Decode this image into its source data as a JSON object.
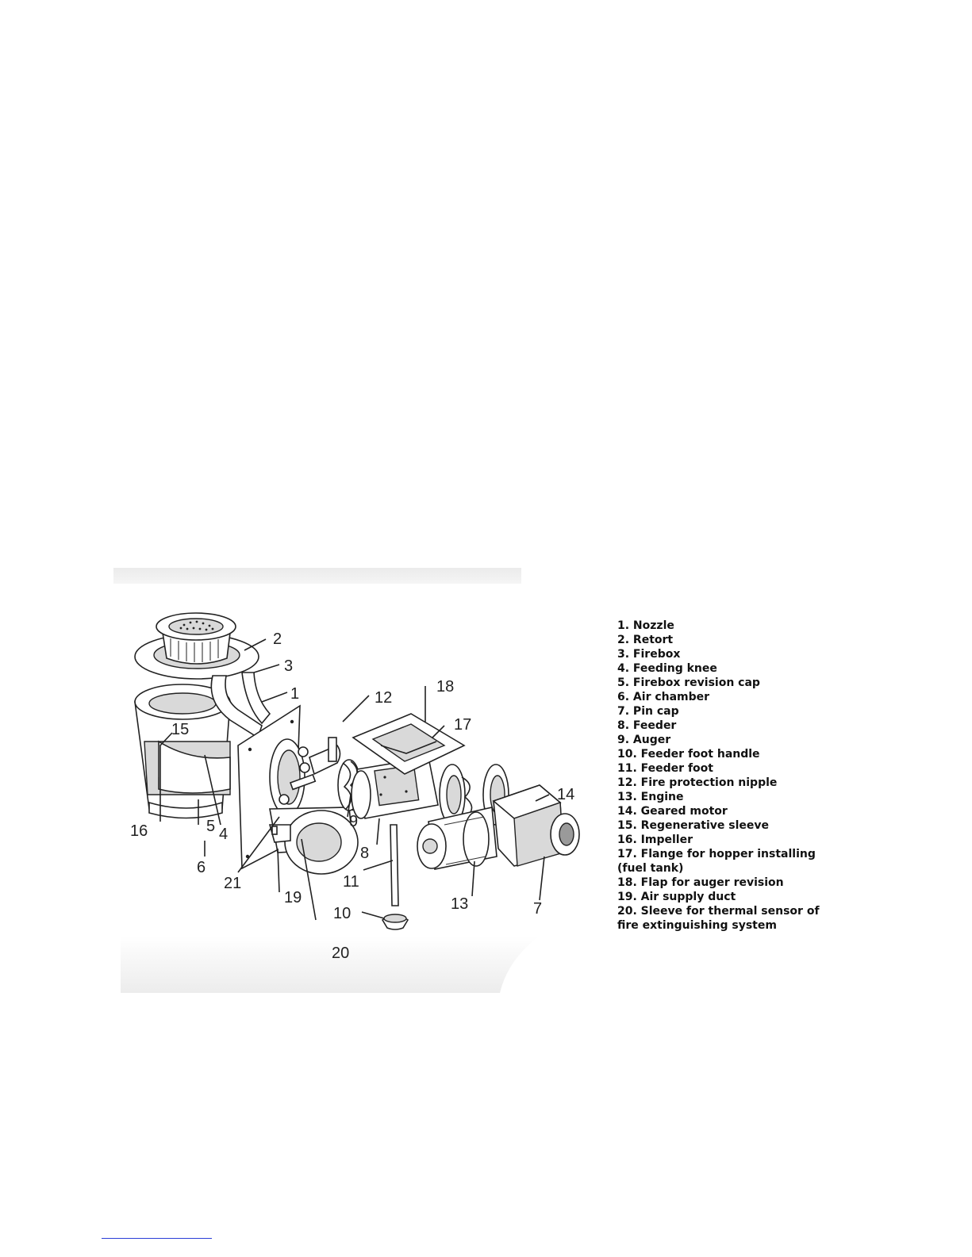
{
  "diagram": {
    "callout_labels": [
      "1",
      "2",
      "3",
      "4",
      "5",
      "6",
      "7",
      "8",
      "9",
      "10",
      "11",
      "12",
      "13",
      "14",
      "15",
      "16",
      "17",
      "18",
      "19",
      "20",
      "21"
    ]
  },
  "legend": {
    "items": [
      "1. Nozzle",
      "2. Retort",
      "3. Firebox",
      "4. Feeding knee",
      "5. Firebox revision cap",
      "6. Air chamber",
      "7. Pin cap",
      "8. Feeder",
      "9. Auger",
      "10. Feeder foot handle",
      "11. Feeder foot",
      "12. Fire protection nipple",
      "13. Engine",
      "14. Geared motor",
      "15. Regenerative sleeve",
      "16. Impeller",
      "17. Flange for hopper installing",
      "(fuel tank)",
      "18. Flap for auger revision",
      "19. Air supply duct",
      "20. Sleeve for thermal sensor of",
      "fire extinguishing system"
    ]
  }
}
